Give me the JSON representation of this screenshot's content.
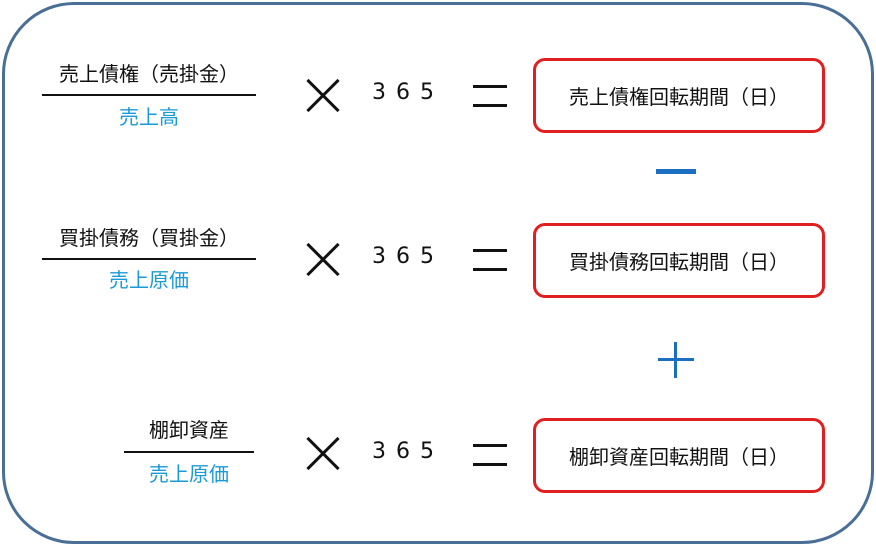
{
  "rows": [
    {
      "numerator": "売上債権（売掛金）",
      "denominator": "売上高",
      "multiplier": "365",
      "result": "売上債権回転期間（日）"
    },
    {
      "numerator": "買掛債務（買掛金）",
      "denominator": "売上原価",
      "multiplier": "365",
      "result": "買掛債務回転期間（日）"
    },
    {
      "numerator": "棚卸資産",
      "denominator": "売上原価",
      "multiplier": "365",
      "result": "棚卸資産回転期間（日）"
    }
  ],
  "operators": {
    "between_1_2": "minus",
    "between_2_3": "plus"
  },
  "colors": {
    "frame": "#4a6f96",
    "denominator": "#1a9ad6",
    "result_border": "#e02020",
    "operator": "#1a6fc0"
  }
}
